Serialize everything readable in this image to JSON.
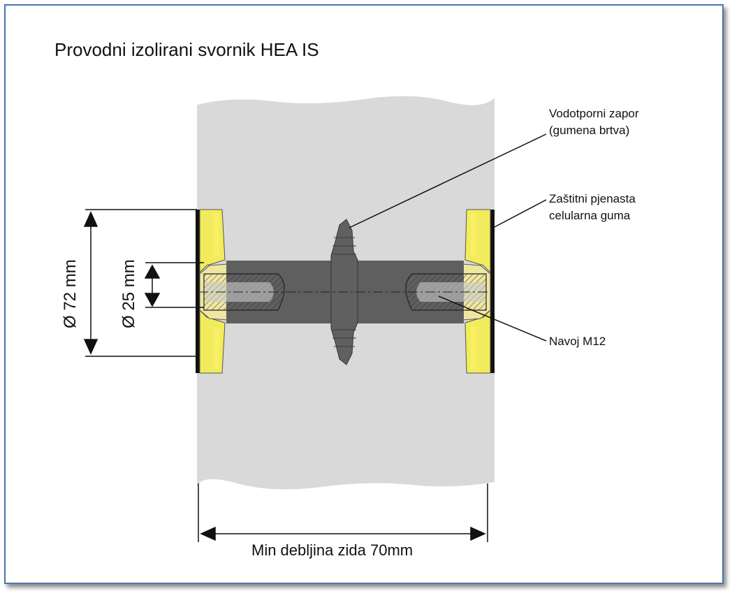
{
  "title": "Provodni izolirani svornik HEA IS",
  "labels": {
    "seal_line1": "Vodotporni zapor",
    "seal_line2": "(gumena brtva)",
    "foam_line1": "Zaštitni pjenasta",
    "foam_line2": "celularna guma",
    "thread": "Navoj M12",
    "outer_diameter": "Ø 72 mm",
    "inner_diameter": "Ø 25 mm",
    "wall_thickness": "Min debljina zida 70mm"
  },
  "colors": {
    "frame": "#4a74b4",
    "wall": "#d9d9d9",
    "bolt": "#5f5f5f",
    "cap": "#f2ec5c",
    "plate": "#111111"
  }
}
